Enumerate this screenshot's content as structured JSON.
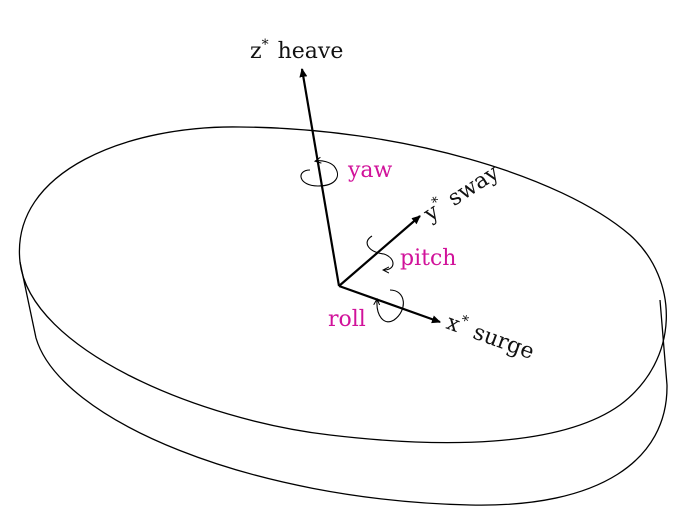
{
  "colors": {
    "line": "#000000",
    "rotation_label": "#d1129a"
  },
  "axes": {
    "z": {
      "var": "z",
      "sup": "*",
      "name": "heave"
    },
    "y": {
      "var": "y",
      "sup": "*",
      "name": "sway"
    },
    "x": {
      "var": "x",
      "sup": "*",
      "name": "surge"
    }
  },
  "rotations": {
    "yaw": "yaw",
    "pitch": "pitch",
    "roll": "roll"
  }
}
